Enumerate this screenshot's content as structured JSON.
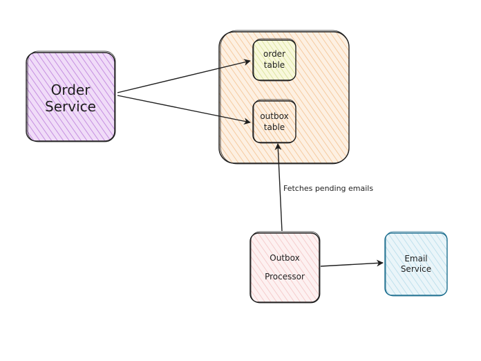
{
  "nodes": {
    "order_service": {
      "line1": "Order",
      "line2": "Service",
      "fill": "#e3b8f0",
      "stroke": "#1e1e1e"
    },
    "database": {
      "fill": "#fde0c2",
      "stroke": "#1e1e1e"
    },
    "order_table": {
      "line1": "order",
      "line2": "table",
      "fill": "#f0f0c0"
    },
    "outbox_table": {
      "line1": "outbox",
      "line2": "table",
      "fill": "#fde0c2"
    },
    "outbox_processor": {
      "line1": "Outbox",
      "line2": "Processor",
      "fill": "#fde2e2"
    },
    "email_service": {
      "line1": "Email",
      "line2": "Service",
      "fill": "#cfe8f2",
      "stroke": "#1e6f8f"
    }
  },
  "edges": {
    "fetch_label": "Fetches pending emails"
  }
}
